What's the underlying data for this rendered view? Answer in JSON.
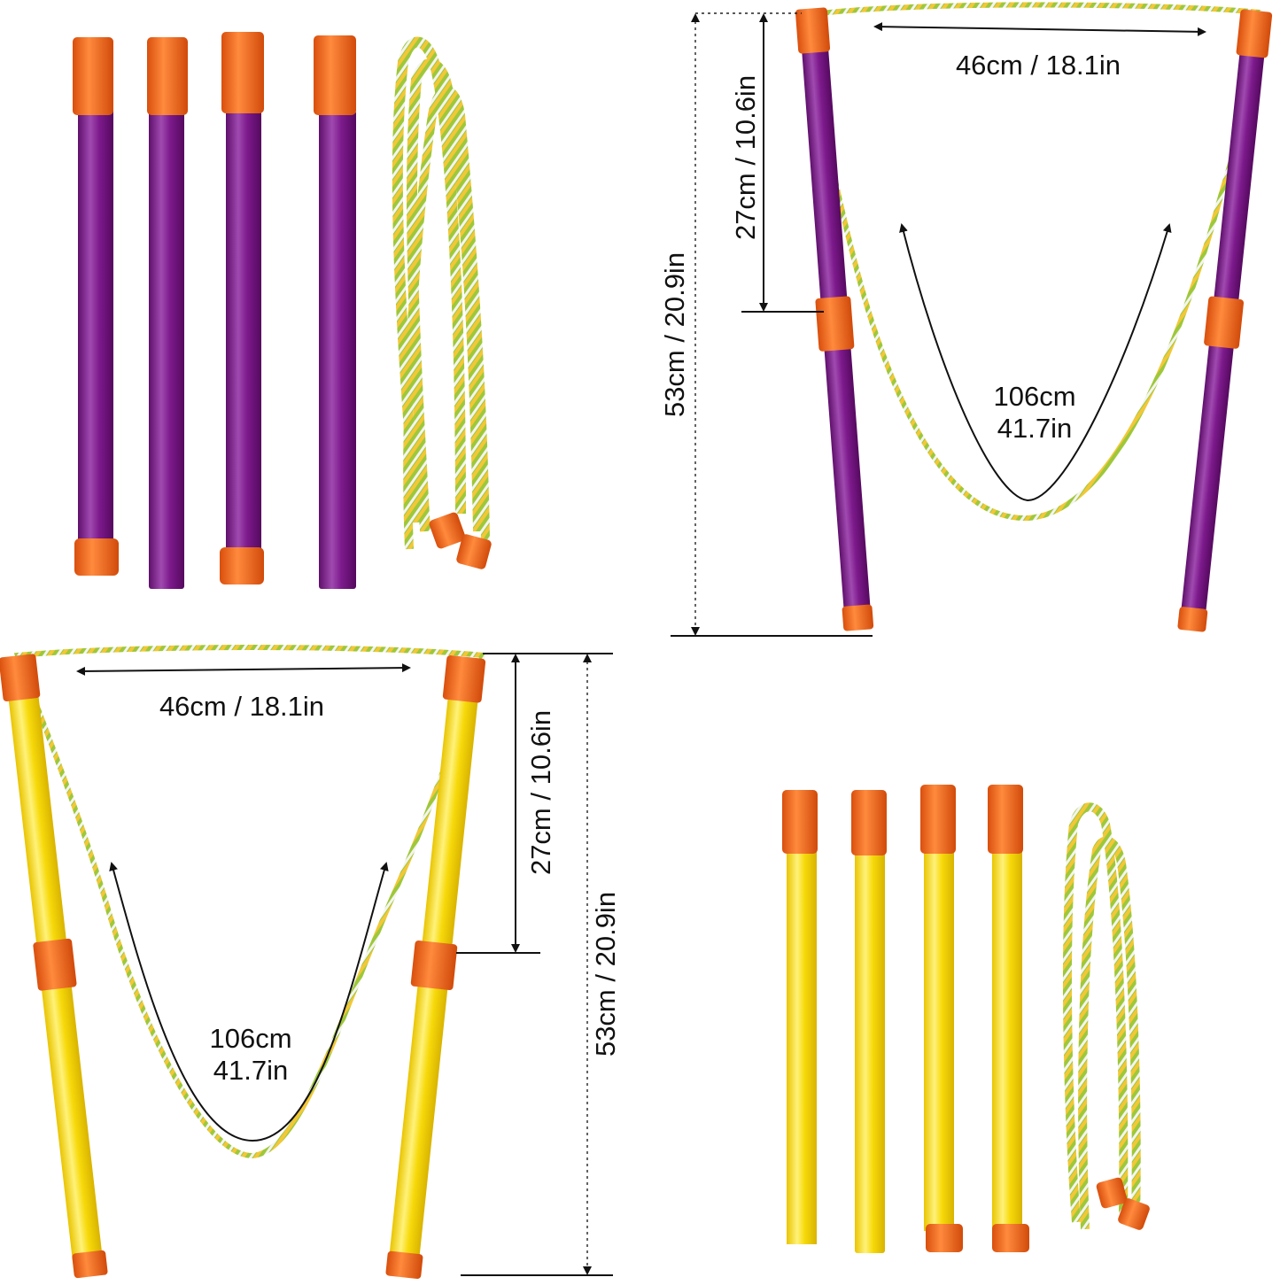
{
  "colors": {
    "purple_pole": "#7d1a8c",
    "purple_pole_light": "#a04ab0",
    "yellow_pole": "#f7d90a",
    "yellow_pole_light": "#fff27a",
    "orange_cap": "#f26a1b",
    "orange_cap_dark": "#d94f0d",
    "rope_green": "#9dc83a",
    "rope_yellow": "#f3c737",
    "rope_white": "#f4f4f0",
    "dimension_ink": "#111111"
  },
  "purple_set": {
    "width_label": "46cm / 18.1in",
    "segment_label": "27cm / 10.6in",
    "height_label": "53cm / 20.9in",
    "rope_label_cm": "106cm",
    "rope_label_in": "41.7in"
  },
  "yellow_set": {
    "width_label": "46cm / 18.1in",
    "segment_label": "27cm / 10.6in",
    "height_label": "53cm / 20.9in",
    "rope_label_cm": "106cm",
    "rope_label_in": "41.7in"
  },
  "icons": [
    "purple-pole",
    "yellow-pole",
    "orange-cap",
    "braided-rope",
    "dimension-arrow"
  ]
}
